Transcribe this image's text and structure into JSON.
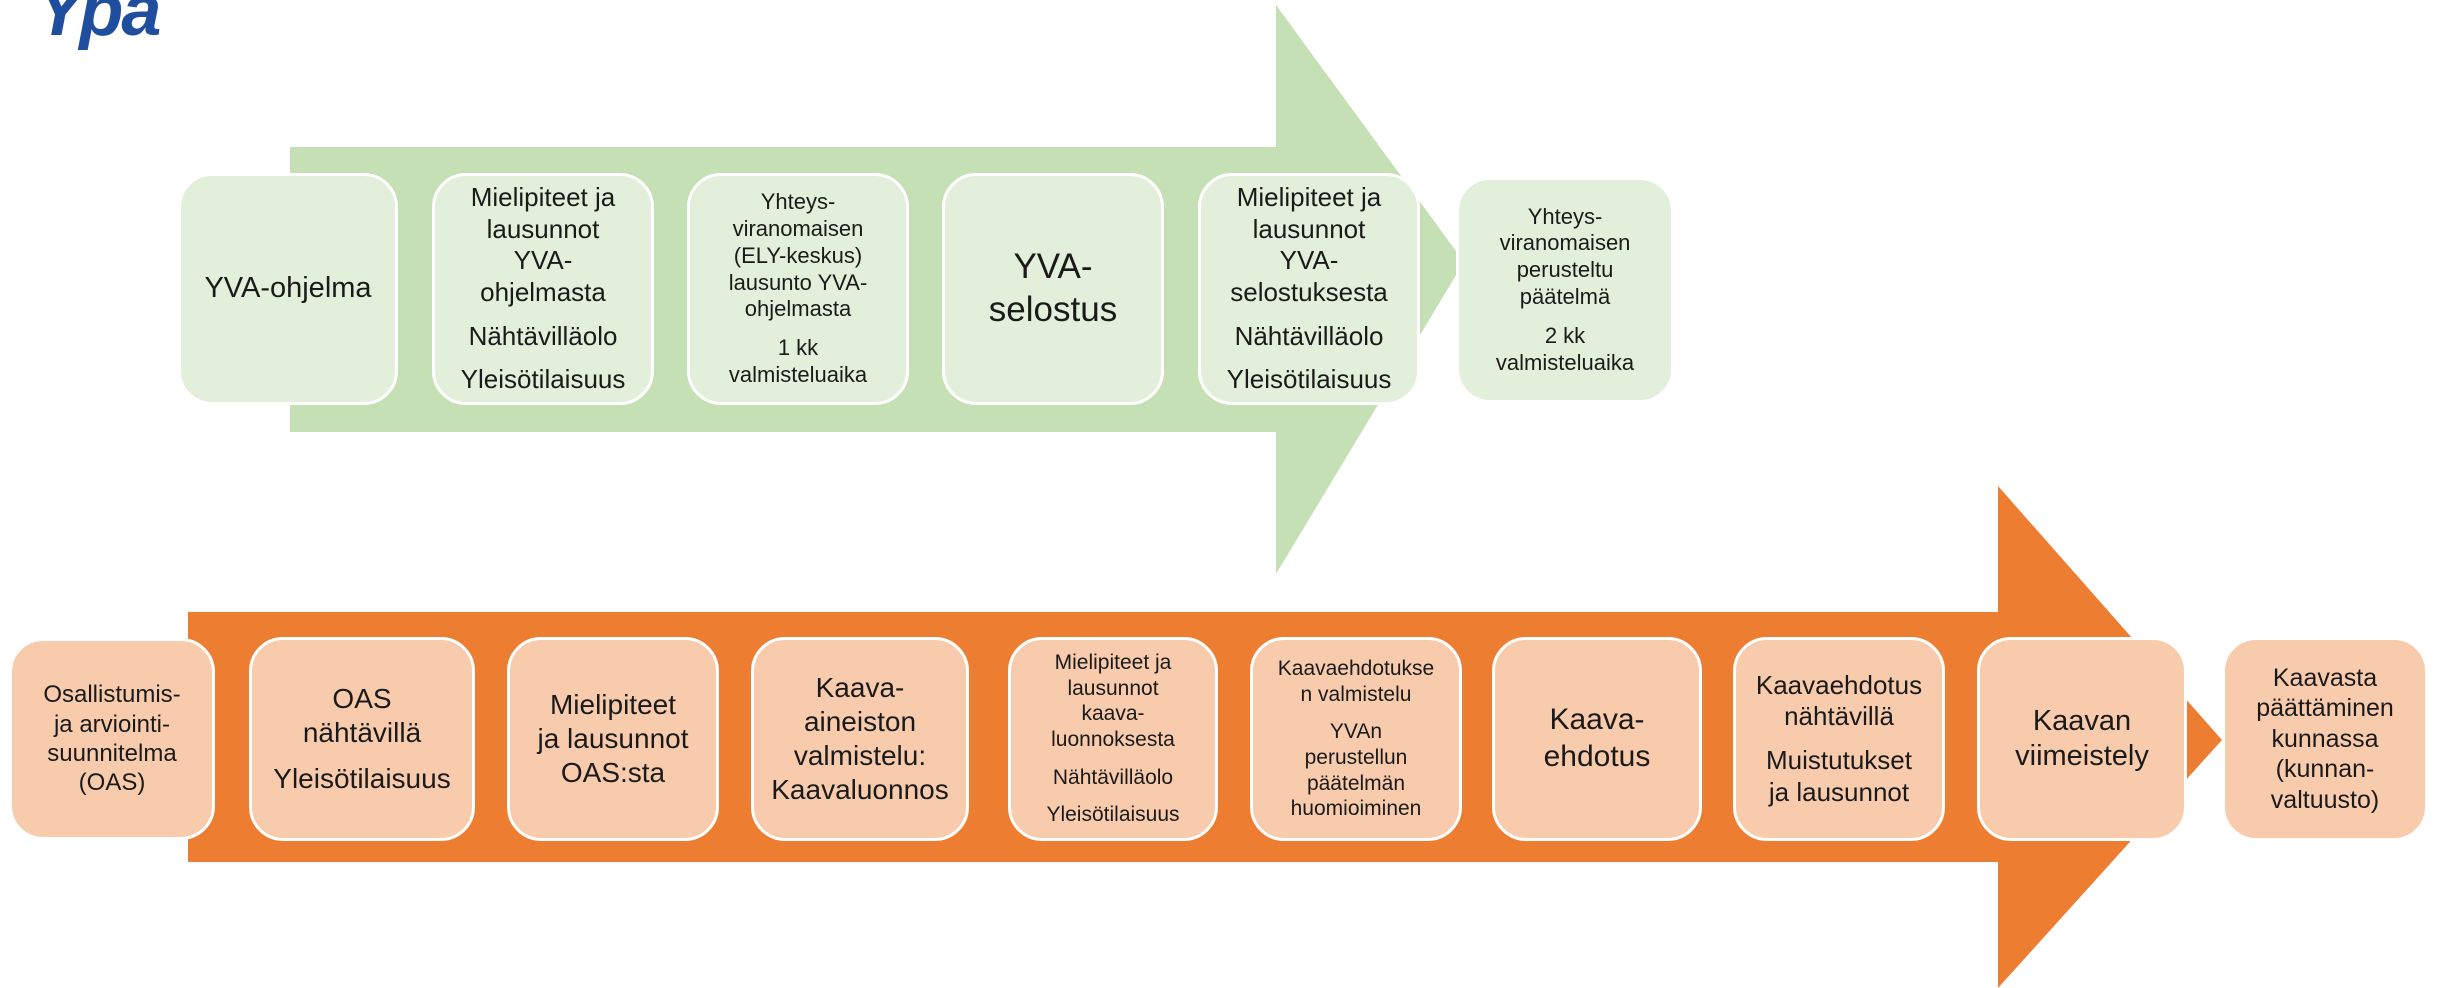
{
  "colors": {
    "green_arrow": "#c5e0b4",
    "green_box": "#e2efda",
    "orange_arrow": "#ed7d31",
    "orange_box": "#f8cbad",
    "logo": "#1f4e9e"
  },
  "logo": {
    "text": "Ypä"
  },
  "yva_row": {
    "steps": [
      {
        "lines": [
          "YVA-ohjelma"
        ]
      },
      {
        "lines": [
          "Mielipiteet ja\nlausunnot\nYVA-\nohjelmasta",
          "Nähtävilläolo",
          "Yleisötilaisuus"
        ]
      },
      {
        "lines": [
          "Yhteys-\nviranomaisen\n(ELY-keskus)\nlausunto YVA-\nohjelmasta",
          "1 kk\nvalmisteluaika"
        ]
      },
      {
        "lines": [
          "YVA-\nselostus"
        ]
      },
      {
        "lines": [
          "Mielipiteet ja\nlausunnot\nYVA-\nselostuksesta",
          "Nähtävilläolo",
          "Yleisötilaisuus"
        ]
      },
      {
        "lines": [
          "Yhteys-\nviranomaisen\nperusteltu\npäätelmä",
          "2 kk\nvalmisteluaika"
        ]
      }
    ]
  },
  "kaava_row": {
    "steps": [
      {
        "lines": [
          "Osallistumis-\nja arviointi-\nsuunnitelma\n(OAS)"
        ]
      },
      {
        "lines": [
          "OAS\nnähtävillä",
          "Yleisötilaisuus"
        ]
      },
      {
        "lines": [
          "Mielipiteet\nja lausunnot\nOAS:sta"
        ]
      },
      {
        "lines": [
          "Kaava-\naineiston\nvalmistelu:\nKaavaluonnos"
        ]
      },
      {
        "lines": [
          "Mielipiteet ja\nlausunnot\nkaava-\nluonnoksesta",
          "Nähtävilläolo",
          "Yleisötilaisuus"
        ]
      },
      {
        "lines": [
          "Kaavaehdotukse\nn valmistelu",
          "YVAn\nperustellun\npäätelmän\nhuomioiminen"
        ]
      },
      {
        "lines": [
          "Kaava-\nehdotus"
        ]
      },
      {
        "lines": [
          "Kaavaehdotus\nnähtävillä",
          "Muistutukset\nja lausunnot"
        ]
      },
      {
        "lines": [
          "Kaavan\nviimeistely"
        ]
      },
      {
        "lines": [
          "Kaavasta\npäättäminen\nkunnassa\n(kunnan-\nvaltuusto)"
        ]
      }
    ]
  }
}
